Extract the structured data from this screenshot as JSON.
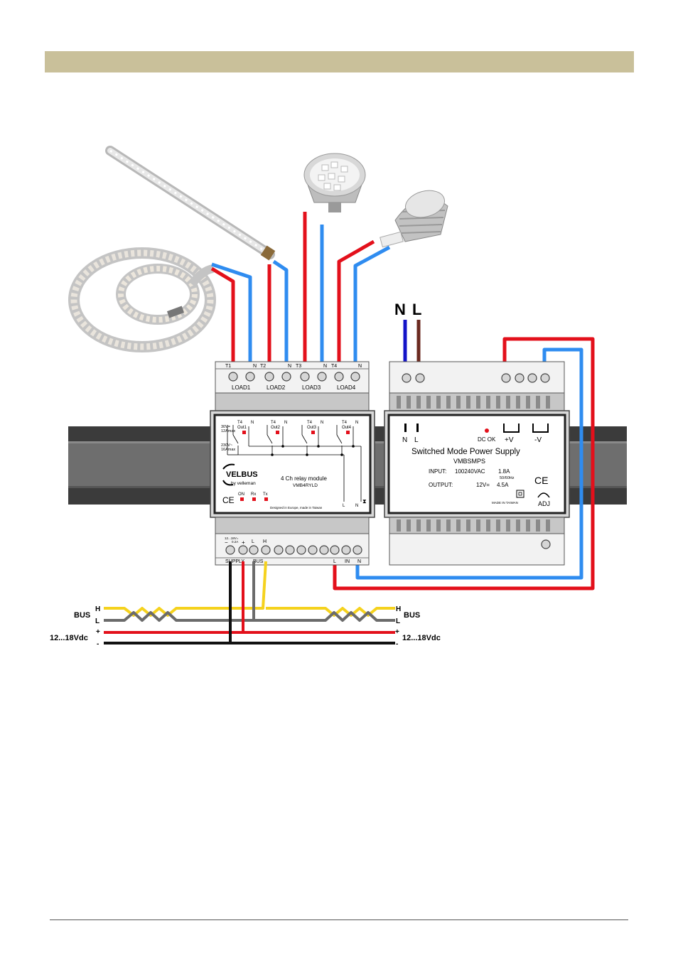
{
  "colors": {
    "header_bar": "#c9c09a",
    "wire_red": "#e3101b",
    "wire_blue": "#2f8cf0",
    "wire_yellow": "#f5d21e",
    "wire_grey": "#6b6b6b",
    "wire_black": "#111111",
    "mains_blue": "#1414c8",
    "mains_brown": "#6b2a20",
    "din_rail": "#3e3e3e"
  },
  "mains": {
    "n": "N",
    "l": "L"
  },
  "relay_module": {
    "load_top_labels": [
      "T1",
      "N",
      "T2",
      "N",
      "T3",
      "N",
      "T4",
      "N"
    ],
    "load_labels": [
      "LOAD1",
      "LOAD2",
      "LOAD3",
      "LOAD4"
    ],
    "voltage_top": "30V=",
    "current_top": "12Amax",
    "voltage_bottom": "230V~",
    "current_bottom": "16Amax",
    "channels": [
      {
        "t": "T4",
        "out": "Out1"
      },
      {
        "t": "T4",
        "out": "Out2"
      },
      {
        "t": "T4",
        "out": "Out3"
      },
      {
        "t": "T4",
        "out": "Out4"
      }
    ],
    "n_label": "N",
    "brand": "VELBUS",
    "brand_sub": "by velleman",
    "title": "4 Ch relay module",
    "model": "VMB4RYLD",
    "ce": "CE",
    "leds": [
      "ON",
      "Rx",
      "Tx"
    ],
    "footer": "Designed in Europe, made in Taiwan",
    "l_mark": "L",
    "n_mark": "N",
    "supply_spec_1": "12...18V=",
    "supply_spec_2": "0.2A",
    "sup_minus": "−",
    "sup_plus": "+",
    "bus_l": "L",
    "bus_h": "H",
    "bottom_labels": {
      "supply": "SUPPLY",
      "bus": "BUS",
      "l": "L",
      "in": "IN",
      "n": "N"
    }
  },
  "psu": {
    "in_n": "N",
    "in_l": "L",
    "dc_ok": "DC OK",
    "plus_v": "+V",
    "minus_v": "-V",
    "title": "Switched Mode Power Supply",
    "model": "VMBSMPS",
    "input_label": "INPUT:",
    "input_value": "100240VAC",
    "input_current": "1.8A",
    "input_freq": "50/60Hz",
    "output_label": "OUTPUT:",
    "output_value": "12V=",
    "output_current": "4.5A",
    "ce": "CE",
    "made_in": "MADE IN TAIWAN",
    "adj": "ADJ"
  },
  "bus": {
    "left_label": "BUS",
    "right_label": "BUS",
    "h": "H",
    "l": "L",
    "left_supply": "12...18Vdc",
    "right_supply": "12...18Vdc",
    "plus": "+",
    "minus": "-"
  }
}
